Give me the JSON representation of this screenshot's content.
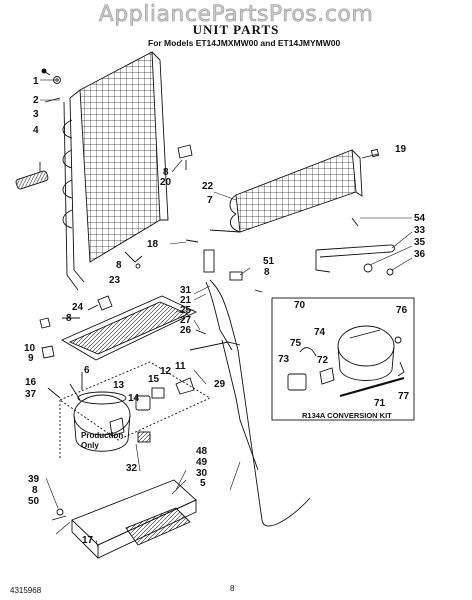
{
  "watermark": "AppliancePartsPros.com",
  "header": {
    "title": "UNIT PARTS",
    "subtitle": "For Models ET14JMXMW00 and ET14JMYMW00"
  },
  "callouts": [
    {
      "id": "c1",
      "text": "1"
    },
    {
      "id": "c2",
      "text": "2"
    },
    {
      "id": "c3",
      "text": "3"
    },
    {
      "id": "c4",
      "text": "4"
    },
    {
      "id": "c8a",
      "text": "8"
    },
    {
      "id": "c20",
      "text": "20"
    },
    {
      "id": "c19",
      "text": "19"
    },
    {
      "id": "c22",
      "text": "22"
    },
    {
      "id": "c7",
      "text": "7"
    },
    {
      "id": "c54",
      "text": "54"
    },
    {
      "id": "c33",
      "text": "33"
    },
    {
      "id": "c35",
      "text": "35"
    },
    {
      "id": "c36",
      "text": "36"
    },
    {
      "id": "c18",
      "text": "18"
    },
    {
      "id": "c51",
      "text": "51"
    },
    {
      "id": "c8b",
      "text": "8"
    },
    {
      "id": "c8c",
      "text": "8"
    },
    {
      "id": "c23",
      "text": "23"
    },
    {
      "id": "c31",
      "text": "31"
    },
    {
      "id": "c21",
      "text": "21"
    },
    {
      "id": "c24",
      "text": "24"
    },
    {
      "id": "c8d",
      "text": "8"
    },
    {
      "id": "c25",
      "text": "25"
    },
    {
      "id": "c27",
      "text": "27"
    },
    {
      "id": "c26",
      "text": "26"
    },
    {
      "id": "c70",
      "text": "70"
    },
    {
      "id": "c76",
      "text": "76"
    },
    {
      "id": "c74",
      "text": "74"
    },
    {
      "id": "c75",
      "text": "75"
    },
    {
      "id": "c10",
      "text": "10"
    },
    {
      "id": "c9",
      "text": "9"
    },
    {
      "id": "c73",
      "text": "73"
    },
    {
      "id": "c72",
      "text": "72"
    },
    {
      "id": "c6",
      "text": "6"
    },
    {
      "id": "c12",
      "text": "12"
    },
    {
      "id": "c15",
      "text": "15"
    },
    {
      "id": "c11",
      "text": "11"
    },
    {
      "id": "c16",
      "text": "16"
    },
    {
      "id": "c37",
      "text": "37"
    },
    {
      "id": "c13",
      "text": "13"
    },
    {
      "id": "c29",
      "text": "29"
    },
    {
      "id": "c77",
      "text": "77"
    },
    {
      "id": "c71",
      "text": "71"
    },
    {
      "id": "c14",
      "text": "14"
    },
    {
      "id": "c32",
      "text": "32"
    },
    {
      "id": "c48",
      "text": "48"
    },
    {
      "id": "c49",
      "text": "49"
    },
    {
      "id": "c39",
      "text": "39"
    },
    {
      "id": "c30",
      "text": "30"
    },
    {
      "id": "c8e",
      "text": "8"
    },
    {
      "id": "c5",
      "text": "5"
    },
    {
      "id": "c50",
      "text": "50"
    },
    {
      "id": "c17",
      "text": "17"
    }
  ],
  "production_note": [
    "Production",
    "Only"
  ],
  "kit_label": "R134A CONVERSION KIT",
  "footer": {
    "doc_number": "4315968",
    "page_number": "8"
  }
}
